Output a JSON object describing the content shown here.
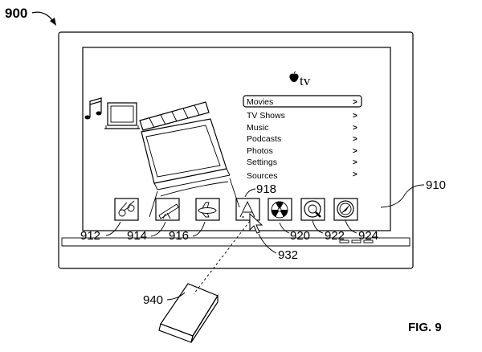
{
  "figure": {
    "number_label": "FIG. 9",
    "refs": {
      "device": "900",
      "screen": "910",
      "icon_912": "912",
      "icon_914": "914",
      "icon_916": "916",
      "icon_918": "918",
      "icon_920": "920",
      "icon_922": "922",
      "icon_924": "924",
      "cursor": "932",
      "remote": "940"
    }
  },
  "screen": {
    "brand_text": "tv",
    "menu": [
      {
        "label": "Movies",
        "chevron": ">",
        "selected": true
      },
      {
        "label": "TV Shows",
        "chevron": ">",
        "selected": false
      },
      {
        "label": "Music",
        "chevron": ">",
        "selected": false
      },
      {
        "label": "Podcasts",
        "chevron": ">",
        "selected": false
      },
      {
        "label": "Photos",
        "chevron": ">",
        "selected": false
      },
      {
        "label": "Settings",
        "chevron": ">",
        "selected": false
      },
      {
        "label": "Sources",
        "chevron": ">",
        "selected": false
      }
    ],
    "icon_bar": [
      {
        "icon": "binoculars-icon"
      },
      {
        "icon": "telescope-icon"
      },
      {
        "icon": "airplane-icon"
      },
      {
        "icon": "app-store-icon"
      },
      {
        "icon": "radiation-icon"
      },
      {
        "icon": "quicktime-icon"
      },
      {
        "icon": "compass-icon"
      }
    ]
  }
}
